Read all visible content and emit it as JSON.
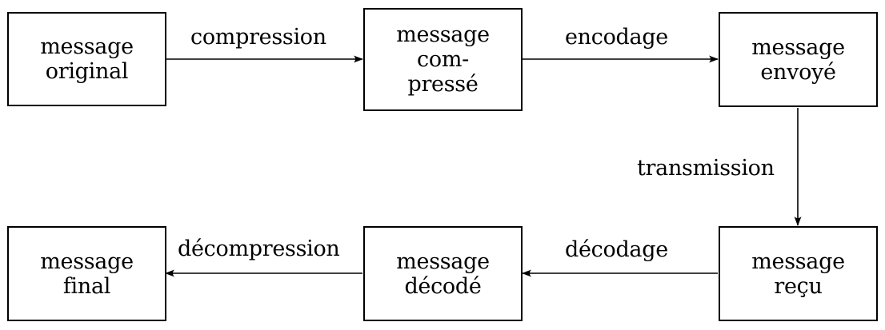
{
  "diagram": {
    "nodes": {
      "original": {
        "line1": "message",
        "line2": "original"
      },
      "compressed": {
        "line1": "message",
        "line2": "com-",
        "line3": "pressé"
      },
      "sent": {
        "line1": "message",
        "line2": "envoyé"
      },
      "received": {
        "line1": "message",
        "line2": "reçu"
      },
      "decoded": {
        "line1": "message",
        "line2": "décodé"
      },
      "final": {
        "line1": "message",
        "line2": "final"
      }
    },
    "edges": {
      "compression": "compression",
      "encoding": "encodage",
      "transmission": "transmission",
      "decoding": "décodage",
      "decompression": "décompression"
    }
  }
}
